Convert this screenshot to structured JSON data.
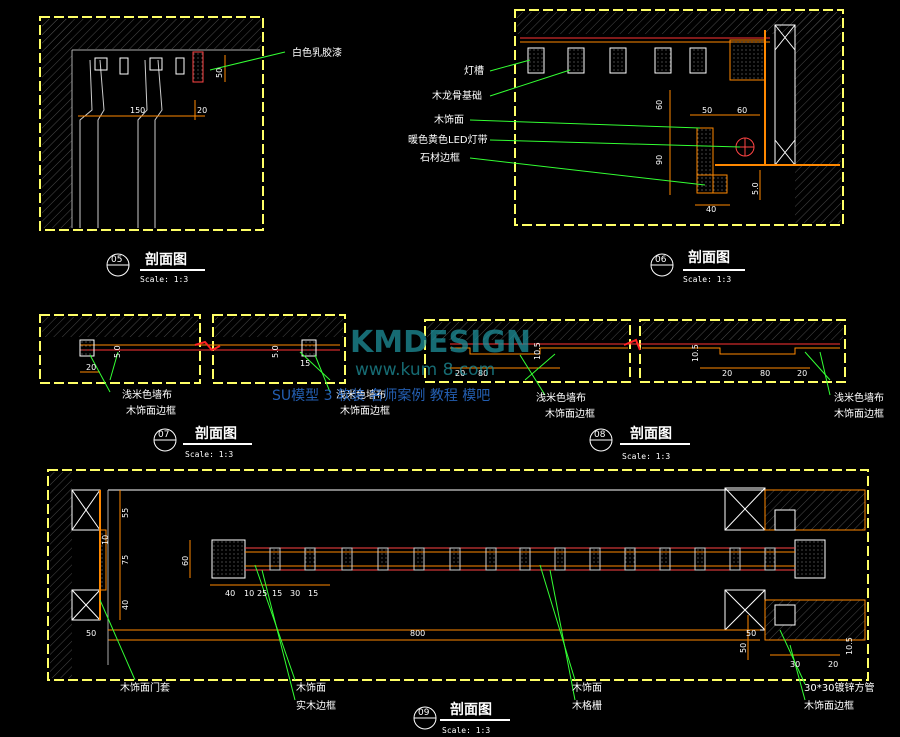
{
  "colors": {
    "frame": "#ffff66",
    "wall": "#ff9933",
    "hatch": "#555555",
    "leader": "#33ff33",
    "dimline": "#ff8800",
    "red": "#ff2222",
    "text": "#ffffff",
    "watermark": "#1e8f9a"
  },
  "watermark": {
    "brand": "KMDESIGN",
    "url": "www.kum  8.com",
    "tagline": "SU模型 3   软装 名师案例 教程 模吧"
  },
  "sections": [
    {
      "id": "s05",
      "number": "05",
      "title": "剖面图",
      "scale": "Scale: 1:3",
      "labels": [
        "白色乳胶漆"
      ],
      "dims": [
        "150",
        "20",
        "50"
      ]
    },
    {
      "id": "s06",
      "number": "06",
      "title": "剖面图",
      "scale": "Scale: 1:3",
      "labels": [
        "灯槽",
        "木龙骨基础",
        "木饰面",
        "暖色黄色LED灯带",
        "石材边框"
      ],
      "dims": [
        "60",
        "50",
        "60",
        "90",
        "40",
        "5.0"
      ]
    },
    {
      "id": "s07",
      "number": "07",
      "title": "剖面图",
      "scale": "Scale: 1:3",
      "labels": [
        "浅米色墙布",
        "木饰面边框",
        "浅米色墙布",
        "木饰面边框"
      ],
      "dims": [
        "20",
        "5.0",
        "5.0",
        "15"
      ]
    },
    {
      "id": "s08",
      "number": "08",
      "title": "剖面图",
      "scale": "Scale: 1:3",
      "labels": [
        "浅米色墙布",
        "木饰面边框",
        "浅米色墙布",
        "木饰面边框"
      ],
      "dims": [
        "20",
        "80",
        "10.5",
        "10.5",
        "20",
        "80",
        "20"
      ]
    },
    {
      "id": "s09",
      "number": "09",
      "title": "剖面图",
      "scale": "Scale: 1:3",
      "labels": [
        "木饰面门套",
        "木饰面",
        "实木边框",
        "木饰面",
        "木格栅",
        "30*30镀锌方管",
        "木饰面边框"
      ],
      "dims": [
        "55",
        "75",
        "40",
        "10",
        "60",
        "40",
        "10",
        "25",
        "15",
        "30",
        "15",
        "50",
        "800",
        "50",
        "50",
        "30",
        "20",
        "10.5"
      ]
    }
  ]
}
